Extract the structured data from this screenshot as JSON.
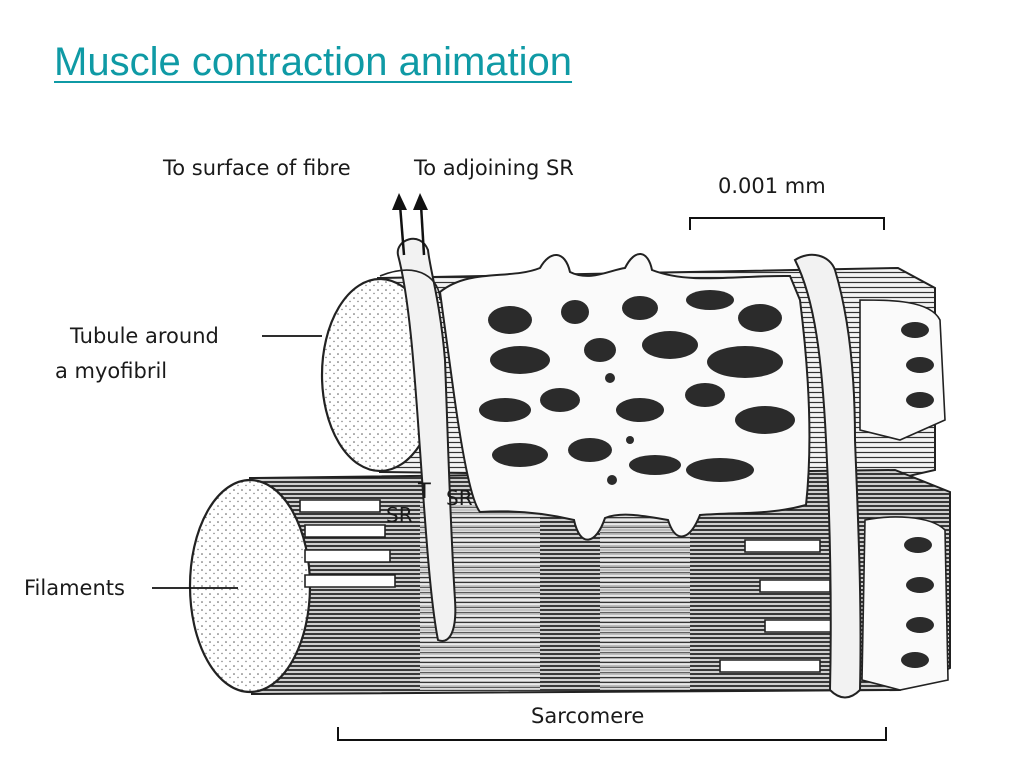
{
  "slide": {
    "title": "Muscle contraction animation",
    "title_color": "#0f9aa5"
  },
  "diagram": {
    "labels": {
      "to_surface": "To surface of fibre",
      "to_adjoining_sr": "To adjoining SR",
      "scale": "0.001 mm",
      "tubule_line1": "Tubule around",
      "tubule_line2": "a myofibril",
      "t_mark": "T",
      "sr_left": "SR",
      "sr_right": "SR",
      "filaments": "Filaments",
      "sarcomere": "Sarcomere"
    }
  }
}
